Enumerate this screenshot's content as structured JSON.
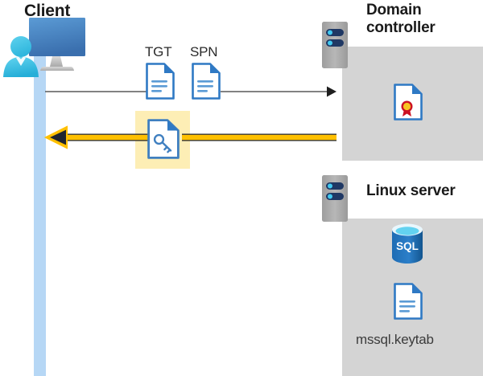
{
  "diagram": {
    "type": "kerberos-authentication-flow",
    "background_color": "#ffffff"
  },
  "client": {
    "title": "Client",
    "monitor_icon": "desktop-monitor-icon",
    "person_icon": "user-person-icon",
    "lifeline_color": "#b6d7f5"
  },
  "domain_controller": {
    "title_line1": "Domain",
    "title_line2": "controller",
    "server_icon": "server-rack-icon",
    "panel_color": "#d4d4d4",
    "certificate_icon": "certificate-document-icon"
  },
  "linux_server": {
    "title": "Linux server",
    "server_icon": "server-rack-icon",
    "panel_color": "#d4d4d4",
    "database_icon": "sql-database-icon",
    "database_label": "SQL",
    "keytab_icon": "document-icon",
    "keytab_label": "mssql.keytab"
  },
  "tokens": {
    "tgt": {
      "label": "TGT",
      "icon": "document-icon"
    },
    "spn": {
      "label": "SPN",
      "icon": "document-icon"
    },
    "ticket": {
      "icon": "key-document-icon",
      "highlight_color": "#fdeeb5"
    }
  },
  "arrows": {
    "request": {
      "name": "request-arrow",
      "direction": "right",
      "color": "#595959"
    },
    "reply": {
      "name": "ticket-reply-arrow",
      "direction": "left",
      "color": "#ffc000",
      "head_color": "#1f2430"
    }
  },
  "colors": {
    "accent_blue": "#2f79c4",
    "doc_fill": "#ffffff",
    "doc_fold": "#2f79c4",
    "server_gray": "#a6a6a6",
    "server_navy": "#1f3864",
    "server_dot": "#41c9f0",
    "sql_blue": "#1e6cb4",
    "sql_top": "#63d2f0",
    "seal_gold": "#f7c41f",
    "seal_red": "#cc1122",
    "panel_gray": "#d4d4d4",
    "title_black": "#1a1a1a",
    "highlight_yellow": "#fdeeb5"
  }
}
